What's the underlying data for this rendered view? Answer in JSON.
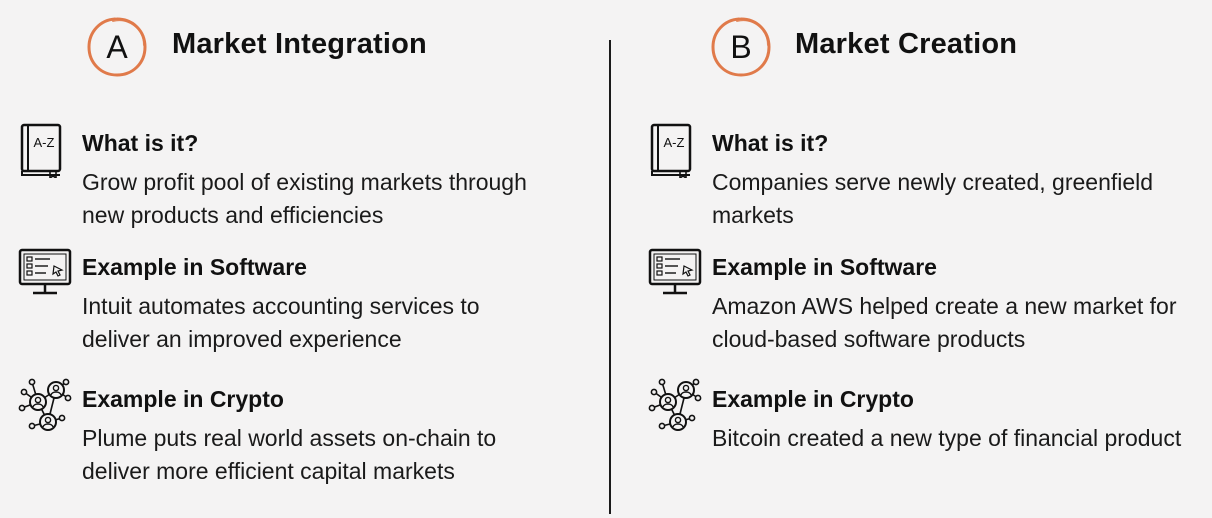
{
  "columns": [
    {
      "letter": "A",
      "title": "Market Integration",
      "sections": [
        {
          "icon": "dictionary-icon",
          "heading": "What is it?",
          "body": "Grow profit pool of existing markets through new products and efficiencies"
        },
        {
          "icon": "computer-monitor-icon",
          "heading": "Example in Software",
          "body": "Intuit automates accounting services to deliver an improved experience"
        },
        {
          "icon": "network-people-icon",
          "heading": "Example in Crypto",
          "body": "Plume puts real world assets on-chain to deliver more efficient capital markets"
        }
      ]
    },
    {
      "letter": "B",
      "title": "Market Creation",
      "sections": [
        {
          "icon": "dictionary-icon",
          "heading": "What is it?",
          "body": "Companies serve newly created, greenfield markets"
        },
        {
          "icon": "computer-monitor-icon",
          "heading": "Example in Software",
          "body": "Amazon AWS helped create a new market for cloud-based software products"
        },
        {
          "icon": "network-people-icon",
          "heading": "Example in Crypto",
          "body": "Bitcoin created a new type of financial product"
        }
      ]
    }
  ],
  "dictionary_icon_label": "A-Z",
  "colors": {
    "accent": "#e07a4a",
    "background": "#f4f3f3",
    "text": "#111111"
  }
}
